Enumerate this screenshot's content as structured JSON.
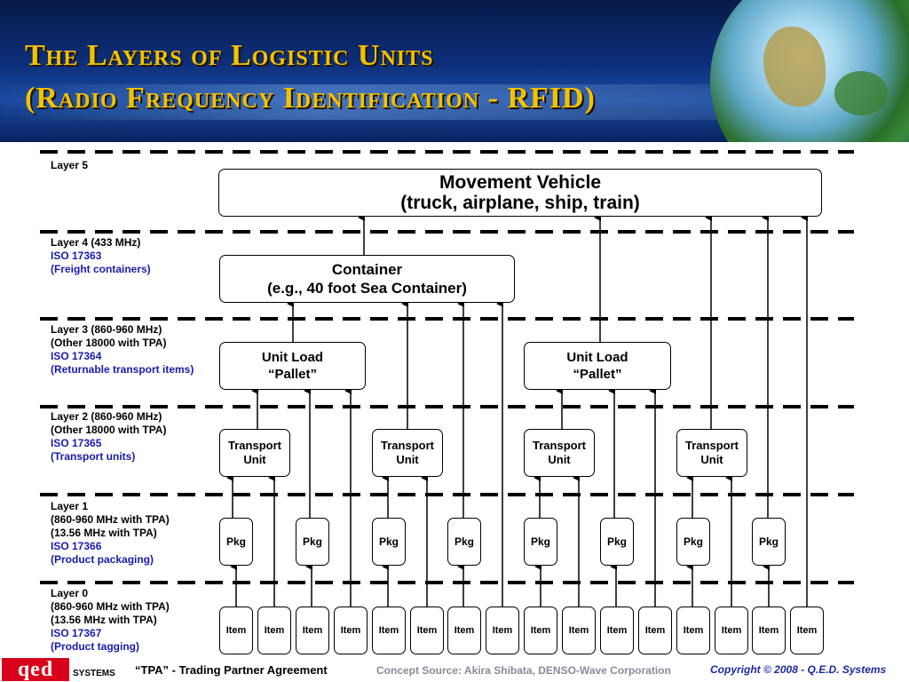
{
  "title": {
    "line1": "The Layers of Logistic Units",
    "line2": "(Radio Frequency Identification - RFID)"
  },
  "layers": [
    {
      "name": "Layer 5",
      "lines": [],
      "iso": "",
      "desc": ""
    },
    {
      "name": "Layer 4 (433 MHz)",
      "lines": [],
      "iso": "ISO 17363",
      "desc": "(Freight containers)"
    },
    {
      "name": "Layer 3 (860-960 MHz)",
      "lines": [
        "(Other 18000 with TPA)"
      ],
      "iso": "ISO 17364",
      "desc": "(Returnable transport items)"
    },
    {
      "name": "Layer 2 (860-960 MHz)",
      "lines": [
        "(Other 18000 with TPA)"
      ],
      "iso": "ISO 17365",
      "desc": "(Transport units)"
    },
    {
      "name": "Layer 1",
      "lines": [
        "(860-960 MHz with TPA)",
        "(13.56 MHz with TPA)"
      ],
      "iso": "ISO 17366",
      "desc": "(Product packaging)"
    },
    {
      "name": "Layer 0",
      "lines": [
        "(860-960 MHz with TPA)",
        "(13.56 MHz with TPA)"
      ],
      "iso": "ISO 17367",
      "desc": "(Product tagging)"
    }
  ],
  "movement_vehicle": {
    "line1": "Movement Vehicle",
    "line2": "(truck, airplane, ship, train)"
  },
  "container": {
    "line1": "Container",
    "line2": "(e.g., 40 foot Sea Container)"
  },
  "unit_loads": [
    {
      "line1": "Unit Load",
      "line2": "“Pallet”"
    },
    {
      "line1": "Unit Load",
      "line2": "“Pallet”"
    }
  ],
  "transport_units": [
    {
      "line1": "Transport",
      "line2": "Unit"
    },
    {
      "line1": "Transport",
      "line2": "Unit"
    },
    {
      "line1": "Transport",
      "line2": "Unit"
    },
    {
      "line1": "Transport",
      "line2": "Unit"
    }
  ],
  "pkg_label": "Pkg",
  "item_label": "Item",
  "footer": {
    "logo": "qed",
    "systems": "SYSTEMS",
    "tpa": "“TPA” - Trading Partner Agreement",
    "concept": "Concept Source: Akira Shibata, DENSO-Wave Corporation",
    "copyright": "Copyright © 2008 - Q.E.D. Systems"
  }
}
